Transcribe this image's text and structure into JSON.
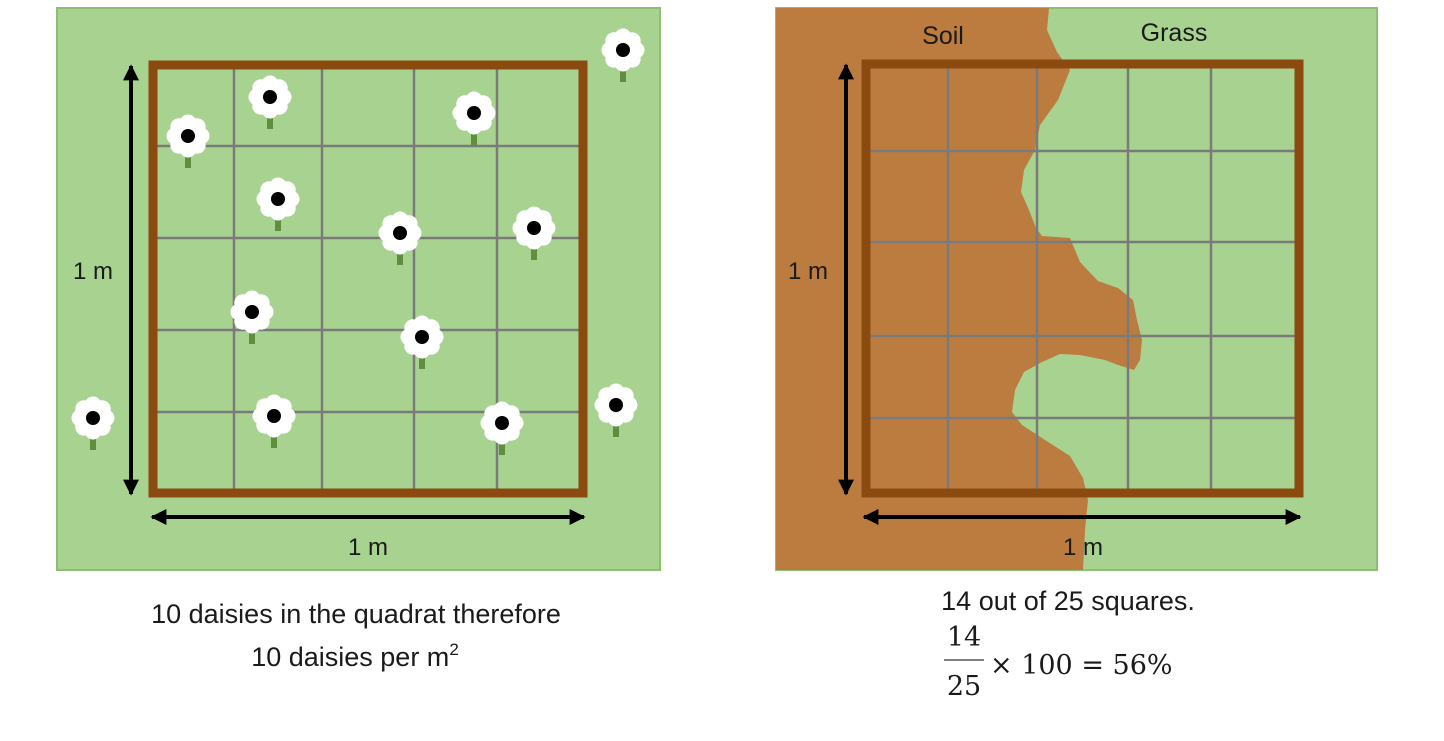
{
  "colors": {
    "grass": "#a7d28f",
    "grass_border": "#8cbf73",
    "soil": "#bd7c3f",
    "frame": "#8b4a10",
    "grid": "#7a7a7a",
    "arrow": "#000000",
    "petal": "#ffffff",
    "flower_center": "#000000",
    "stem": "#5f8f3e"
  },
  "left_panel": {
    "dimension_vertical": "1 m",
    "dimension_horizontal": "1 m",
    "caption_line1": "10 daisies in the quadrat therefore",
    "caption_line2_prefix": "10 daisies per m",
    "caption_line2_superscript": "2",
    "daisy_count_in_quadrat": 10,
    "grid_squares": 25
  },
  "right_panel": {
    "soil_label": "Soil",
    "grass_label": "Grass",
    "dimension_vertical": "1 m",
    "dimension_horizontal": "1 m",
    "caption_line1": "14 out of 25 squares.",
    "fraction_numerator": "14",
    "fraction_denominator": "25",
    "equation_rest": "× 100 = 56%",
    "grid_squares": 25
  },
  "icons": {
    "daisy": "daisy-icon"
  }
}
